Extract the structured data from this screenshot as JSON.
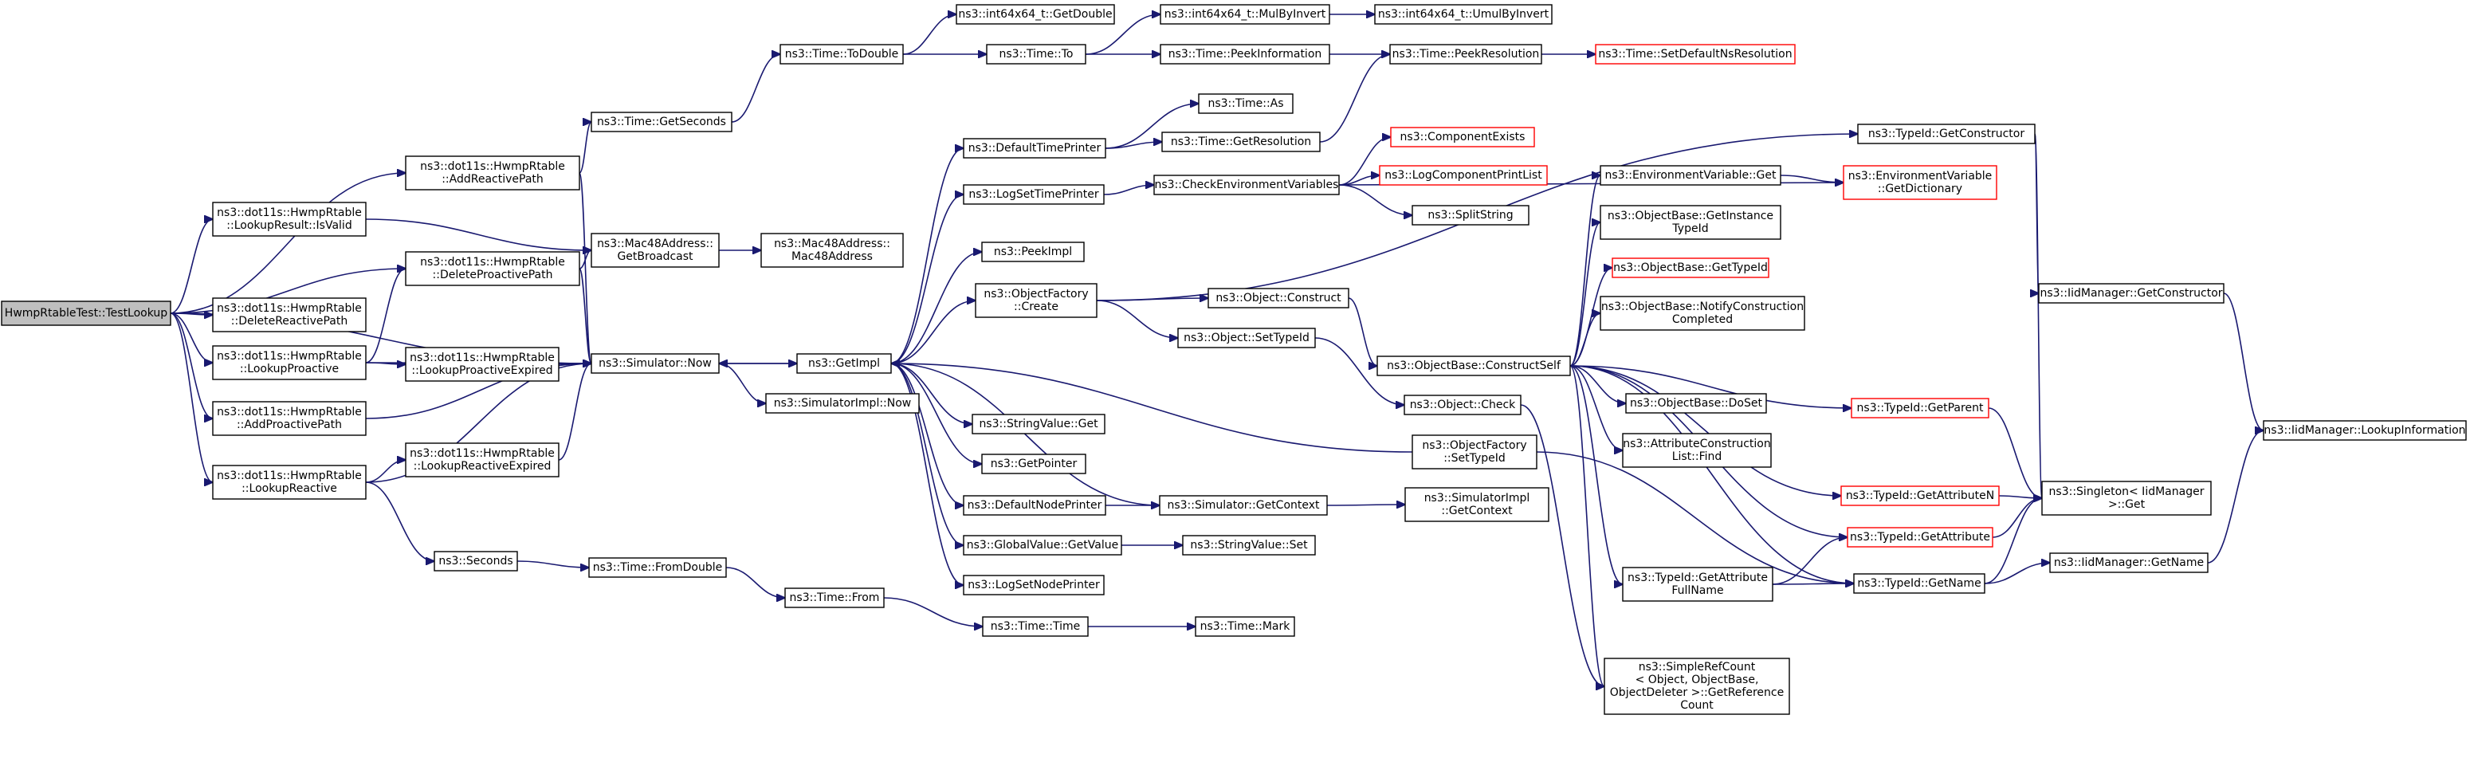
{
  "graph": {
    "edge_color": "#191970",
    "node_border": "#000000",
    "incomplete_node_border": "#ff0000",
    "root_fill": "#bfbfbf",
    "nodes": [
      {
        "id": "root",
        "lines": [
          "HwmpRtableTest::TestLookup"
        ],
        "style": "root"
      },
      {
        "id": "addReactivePath",
        "lines": [
          "ns3::dot11s::HwmpRtable",
          "::AddReactivePath"
        ]
      },
      {
        "id": "isValid",
        "lines": [
          "ns3::dot11s::HwmpRtable",
          "::LookupResult::IsValid"
        ]
      },
      {
        "id": "deleteProactivePath",
        "lines": [
          "ns3::dot11s::HwmpRtable",
          "::DeleteProactivePath"
        ]
      },
      {
        "id": "deleteReactivePath",
        "lines": [
          "ns3::dot11s::HwmpRtable",
          "::DeleteReactivePath"
        ]
      },
      {
        "id": "lookupProactive",
        "lines": [
          "ns3::dot11s::HwmpRtable",
          "::LookupProactive"
        ]
      },
      {
        "id": "addProactivePath",
        "lines": [
          "ns3::dot11s::HwmpRtable",
          "::AddProactivePath"
        ]
      },
      {
        "id": "lookupReactive",
        "lines": [
          "ns3::dot11s::HwmpRtable",
          "::LookupReactive"
        ]
      },
      {
        "id": "lookupProactiveExpired",
        "lines": [
          "ns3::dot11s::HwmpRtable",
          "::LookupProactiveExpired"
        ]
      },
      {
        "id": "lookupReactiveExpired",
        "lines": [
          "ns3::dot11s::HwmpRtable",
          "::LookupReactiveExpired"
        ]
      },
      {
        "id": "getSeconds",
        "lines": [
          "ns3::Time::GetSeconds"
        ]
      },
      {
        "id": "getBroadcast",
        "lines": [
          "ns3::Mac48Address::",
          "GetBroadcast"
        ]
      },
      {
        "id": "mac48Ctor",
        "lines": [
          "ns3::Mac48Address::",
          "Mac48Address"
        ]
      },
      {
        "id": "simNow",
        "lines": [
          "ns3::Simulator::Now"
        ]
      },
      {
        "id": "seconds",
        "lines": [
          "ns3::Seconds"
        ]
      },
      {
        "id": "toDouble",
        "lines": [
          "ns3::Time::ToDouble"
        ]
      },
      {
        "id": "getDouble",
        "lines": [
          "ns3::int64x64_t::GetDouble"
        ]
      },
      {
        "id": "timeTo",
        "lines": [
          "ns3::Time::To"
        ]
      },
      {
        "id": "mulByInvert",
        "lines": [
          "ns3::int64x64_t::MulByInvert"
        ]
      },
      {
        "id": "umulByInvert",
        "lines": [
          "ns3::int64x64_t::UmulByInvert"
        ]
      },
      {
        "id": "peekInformation",
        "lines": [
          "ns3::Time::PeekInformation"
        ]
      },
      {
        "id": "peekResolution",
        "lines": [
          "ns3::Time::PeekResolution"
        ]
      },
      {
        "id": "setDefaultNsRes",
        "lines": [
          "ns3::Time::SetDefaultNsResolution"
        ],
        "style": "red"
      },
      {
        "id": "timeAs",
        "lines": [
          "ns3::Time::As"
        ]
      },
      {
        "id": "defaultTimePrinter",
        "lines": [
          "ns3::DefaultTimePrinter"
        ]
      },
      {
        "id": "getResolution",
        "lines": [
          "ns3::Time::GetResolution"
        ]
      },
      {
        "id": "logSetTimePrinter",
        "lines": [
          "ns3::LogSetTimePrinter"
        ]
      },
      {
        "id": "checkEnvVars",
        "lines": [
          "ns3::CheckEnvironmentVariables"
        ]
      },
      {
        "id": "componentExists",
        "lines": [
          "ns3::ComponentExists"
        ],
        "style": "red"
      },
      {
        "id": "logComponentPrintList",
        "lines": [
          "ns3::LogComponentPrintList"
        ],
        "style": "red"
      },
      {
        "id": "splitString",
        "lines": [
          "ns3::SplitString"
        ]
      },
      {
        "id": "peekImpl",
        "lines": [
          "ns3::PeekImpl"
        ]
      },
      {
        "id": "objFactoryCreate",
        "lines": [
          "ns3::ObjectFactory",
          "::Create"
        ]
      },
      {
        "id": "objectConstruct",
        "lines": [
          "ns3::Object::Construct"
        ]
      },
      {
        "id": "objectSetTypeId",
        "lines": [
          "ns3::Object::SetTypeId"
        ]
      },
      {
        "id": "getImpl",
        "lines": [
          "ns3::GetImpl"
        ]
      },
      {
        "id": "simImplNow",
        "lines": [
          "ns3::SimulatorImpl::Now"
        ]
      },
      {
        "id": "stringValueGet",
        "lines": [
          "ns3::StringValue::Get"
        ]
      },
      {
        "id": "getPointer",
        "lines": [
          "ns3::GetPointer"
        ]
      },
      {
        "id": "defaultNodePrinter",
        "lines": [
          "ns3::DefaultNodePrinter"
        ]
      },
      {
        "id": "simGetContext",
        "lines": [
          "ns3::Simulator::GetContext"
        ]
      },
      {
        "id": "simImplGetContext",
        "lines": [
          "ns3::SimulatorImpl",
          "::GetContext"
        ]
      },
      {
        "id": "globalValueGetValue",
        "lines": [
          "ns3::GlobalValue::GetValue"
        ]
      },
      {
        "id": "stringValueSet",
        "lines": [
          "ns3::StringValue::Set"
        ]
      },
      {
        "id": "logSetNodePrinter",
        "lines": [
          "ns3::LogSetNodePrinter"
        ]
      },
      {
        "id": "timeFromDouble",
        "lines": [
          "ns3::Time::FromDouble"
        ]
      },
      {
        "id": "timeFrom",
        "lines": [
          "ns3::Time::From"
        ]
      },
      {
        "id": "timeTime",
        "lines": [
          "ns3::Time::Time"
        ]
      },
      {
        "id": "timeMark",
        "lines": [
          "ns3::Time::Mark"
        ]
      },
      {
        "id": "constructSelf",
        "lines": [
          "ns3::ObjectBase::ConstructSelf"
        ]
      },
      {
        "id": "objectCheck",
        "lines": [
          "ns3::Object::Check"
        ]
      },
      {
        "id": "objFactorySetTypeId",
        "lines": [
          "ns3::ObjectFactory",
          "::SetTypeId"
        ]
      },
      {
        "id": "envVarGet",
        "lines": [
          "ns3::EnvironmentVariable::Get"
        ]
      },
      {
        "id": "getInstanceTypeId",
        "lines": [
          "ns3::ObjectBase::GetInstance",
          "TypeId"
        ]
      },
      {
        "id": "objBaseGetTypeId",
        "lines": [
          "ns3::ObjectBase::GetTypeId"
        ],
        "style": "red"
      },
      {
        "id": "notifyConstruction",
        "lines": [
          "ns3::ObjectBase::NotifyConstruction",
          "Completed"
        ]
      },
      {
        "id": "doSet",
        "lines": [
          "ns3::ObjectBase::DoSet"
        ]
      },
      {
        "id": "attrConstructionFind",
        "lines": [
          "ns3::AttributeConstruction",
          "List::Find"
        ]
      },
      {
        "id": "getAttributeFullName",
        "lines": [
          "ns3::TypeId::GetAttribute",
          "FullName"
        ]
      },
      {
        "id": "simpleRefCount",
        "lines": [
          "ns3::SimpleRefCount",
          "< Object, ObjectBase,",
          "ObjectDeleter >::GetReference",
          "Count"
        ]
      },
      {
        "id": "typeIdGetConstructor",
        "lines": [
          "ns3::TypeId::GetConstructor"
        ]
      },
      {
        "id": "envVarGetDictionary",
        "lines": [
          "ns3::EnvironmentVariable",
          "::GetDictionary"
        ],
        "style": "red"
      },
      {
        "id": "typeIdGetParent",
        "lines": [
          "ns3::TypeId::GetParent"
        ],
        "style": "red"
      },
      {
        "id": "typeIdGetAttributeN",
        "lines": [
          "ns3::TypeId::GetAttributeN"
        ],
        "style": "red"
      },
      {
        "id": "typeIdGetAttribute",
        "lines": [
          "ns3::TypeId::GetAttribute"
        ],
        "style": "red"
      },
      {
        "id": "typeIdGetName",
        "lines": [
          "ns3::TypeId::GetName"
        ]
      },
      {
        "id": "iidGetConstructor",
        "lines": [
          "ns3::IidManager::GetConstructor"
        ]
      },
      {
        "id": "singletonGet",
        "lines": [
          "ns3::Singleton< IidManager",
          ">::Get"
        ]
      },
      {
        "id": "iidGetName",
        "lines": [
          "ns3::IidManager::GetName"
        ]
      },
      {
        "id": "iidLookupInformation",
        "lines": [
          "ns3::IidManager::LookupInformation"
        ]
      }
    ],
    "edges": [
      [
        "root",
        "addReactivePath"
      ],
      [
        "root",
        "isValid"
      ],
      [
        "root",
        "deleteProactivePath"
      ],
      [
        "root",
        "deleteReactivePath"
      ],
      [
        "root",
        "lookupProactive"
      ],
      [
        "root",
        "addProactivePath"
      ],
      [
        "root",
        "lookupReactive"
      ],
      [
        "root",
        "simNow"
      ],
      [
        "addReactivePath",
        "getSeconds"
      ],
      [
        "addReactivePath",
        "simNow"
      ],
      [
        "isValid",
        "getBroadcast"
      ],
      [
        "deleteProactivePath",
        "getBroadcast"
      ],
      [
        "deleteProactivePath",
        "simNow"
      ],
      [
        "lookupProactive",
        "deleteProactivePath"
      ],
      [
        "lookupProactive",
        "lookupProactiveExpired"
      ],
      [
        "lookupProactive",
        "simNow"
      ],
      [
        "addProactivePath",
        "simNow"
      ],
      [
        "lookupReactive",
        "lookupReactiveExpired"
      ],
      [
        "lookupReactive",
        "seconds"
      ],
      [
        "lookupReactive",
        "simNow"
      ],
      [
        "lookupProactiveExpired",
        "simNow"
      ],
      [
        "lookupReactiveExpired",
        "simNow"
      ],
      [
        "getSeconds",
        "toDouble"
      ],
      [
        "getBroadcast",
        "mac48Ctor"
      ],
      [
        "toDouble",
        "getDouble"
      ],
      [
        "toDouble",
        "timeTo"
      ],
      [
        "timeTo",
        "mulByInvert"
      ],
      [
        "timeTo",
        "peekInformation"
      ],
      [
        "mulByInvert",
        "umulByInvert"
      ],
      [
        "peekInformation",
        "peekResolution"
      ],
      [
        "peekResolution",
        "setDefaultNsRes"
      ],
      [
        "simNow",
        "getImpl"
      ],
      [
        "simNow",
        "simImplNow"
      ],
      [
        "getImpl",
        "defaultTimePrinter"
      ],
      [
        "getImpl",
        "logSetTimePrinter"
      ],
      [
        "getImpl",
        "peekImpl"
      ],
      [
        "getImpl",
        "objFactoryCreate"
      ],
      [
        "getImpl",
        "stringValueGet"
      ],
      [
        "getImpl",
        "getPointer"
      ],
      [
        "getImpl",
        "defaultNodePrinter"
      ],
      [
        "getImpl",
        "globalValueGetValue"
      ],
      [
        "getImpl",
        "logSetNodePrinter"
      ],
      [
        "getImpl",
        "simNow"
      ],
      [
        "defaultTimePrinter",
        "timeAs"
      ],
      [
        "defaultTimePrinter",
        "getResolution"
      ],
      [
        "getResolution",
        "peekResolution"
      ],
      [
        "logSetTimePrinter",
        "checkEnvVars"
      ],
      [
        "checkEnvVars",
        "componentExists"
      ],
      [
        "checkEnvVars",
        "logComponentPrintList"
      ],
      [
        "checkEnvVars",
        "splitString"
      ],
      [
        "checkEnvVars",
        "envVarGetDictionary"
      ],
      [
        "objFactoryCreate",
        "objectConstruct"
      ],
      [
        "objFactoryCreate",
        "objectSetTypeId"
      ],
      [
        "objFactoryCreate",
        "typeIdGetConstructor"
      ],
      [
        "objectConstruct",
        "constructSelf"
      ],
      [
        "objectSetTypeId",
        "objectCheck"
      ],
      [
        "defaultNodePrinter",
        "simGetContext"
      ],
      [
        "simGetContext",
        "simImplGetContext"
      ],
      [
        "simGetContext",
        "getImpl"
      ],
      [
        "globalValueGetValue",
        "stringValueSet"
      ],
      [
        "objFactorySetTypeId",
        "getImpl"
      ],
      [
        "objFactorySetTypeId",
        "typeIdGetName"
      ],
      [
        "objectCheck",
        "simpleRefCount"
      ],
      [
        "seconds",
        "timeFromDouble"
      ],
      [
        "timeFromDouble",
        "timeFrom"
      ],
      [
        "timeFrom",
        "timeTime"
      ],
      [
        "timeTime",
        "timeMark"
      ],
      [
        "constructSelf",
        "envVarGet"
      ],
      [
        "constructSelf",
        "getInstanceTypeId"
      ],
      [
        "constructSelf",
        "objBaseGetTypeId"
      ],
      [
        "constructSelf",
        "notifyConstruction"
      ],
      [
        "constructSelf",
        "doSet"
      ],
      [
        "constructSelf",
        "attrConstructionFind"
      ],
      [
        "constructSelf",
        "getAttributeFullName"
      ],
      [
        "constructSelf",
        "simpleRefCount"
      ],
      [
        "constructSelf",
        "typeIdGetParent"
      ],
      [
        "constructSelf",
        "typeIdGetAttributeN"
      ],
      [
        "constructSelf",
        "typeIdGetAttribute"
      ],
      [
        "constructSelf",
        "typeIdGetName"
      ],
      [
        "envVarGet",
        "envVarGetDictionary"
      ],
      [
        "getAttributeFullName",
        "typeIdGetAttribute"
      ],
      [
        "getAttributeFullName",
        "typeIdGetName"
      ],
      [
        "typeIdGetConstructor",
        "iidGetConstructor"
      ],
      [
        "typeIdGetConstructor",
        "singletonGet"
      ],
      [
        "typeIdGetParent",
        "singletonGet"
      ],
      [
        "typeIdGetAttributeN",
        "singletonGet"
      ],
      [
        "typeIdGetAttribute",
        "singletonGet"
      ],
      [
        "typeIdGetName",
        "singletonGet"
      ],
      [
        "typeIdGetName",
        "iidGetName"
      ],
      [
        "iidGetConstructor",
        "iidLookupInformation"
      ],
      [
        "iidGetName",
        "iidLookupInformation"
      ]
    ]
  }
}
